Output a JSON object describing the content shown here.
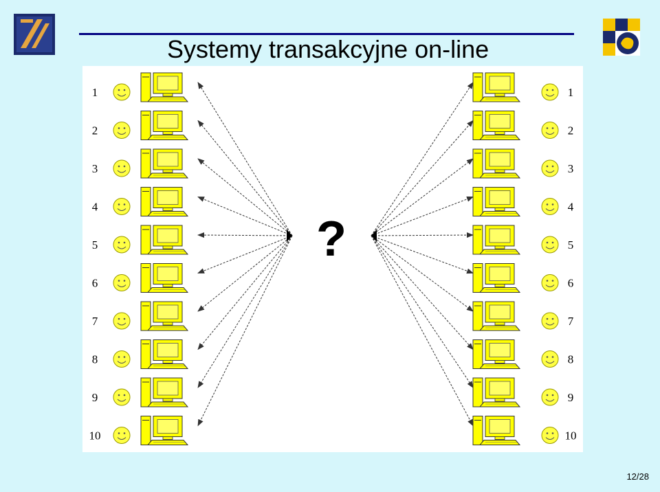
{
  "slide": {
    "title": "Systemy transakcyjne on-line",
    "page_number": "12/28"
  },
  "diagram": {
    "center_label": "?",
    "left_labels": [
      "1",
      "2",
      "3",
      "4",
      "5",
      "6",
      "7",
      "8",
      "9",
      "10"
    ],
    "right_labels": [
      "1",
      "2",
      "3",
      "4",
      "5",
      "6",
      "7",
      "8",
      "9",
      "10"
    ],
    "colors": {
      "background": "#d6f6fb",
      "title_rule": "#000080",
      "computer": "#ffff00",
      "smiley": "#ffff44",
      "arrow": "#333333"
    },
    "icons": [
      "computer-icon",
      "smiley-icon",
      "arrow"
    ]
  }
}
